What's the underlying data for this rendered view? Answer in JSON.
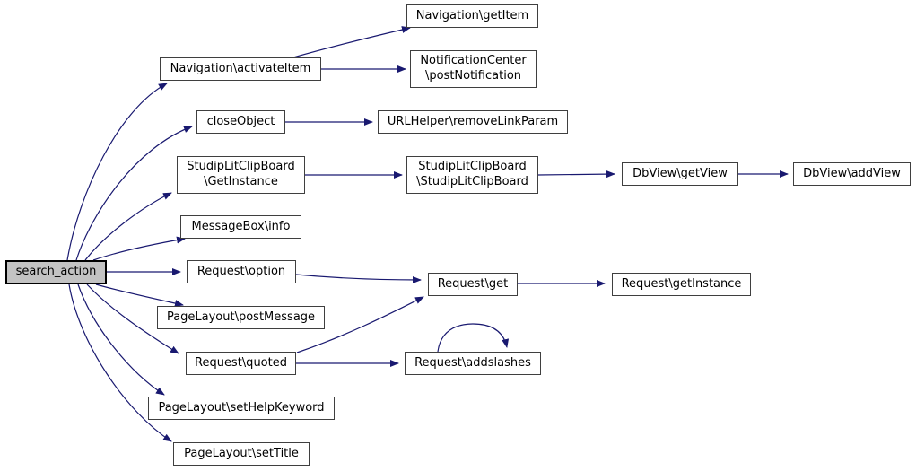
{
  "graph": {
    "type": "call-graph",
    "background_color": "#ffffff",
    "edge_color": "#191970",
    "node_fill": "#ffffff",
    "node_border_color": "#3f3f3f",
    "highlighted_node_fill": "#c3c3c3",
    "highlighted_node_border": "#000000",
    "nodes": [
      {
        "id": "search_action",
        "label": "search_action",
        "highlighted": true
      },
      {
        "id": "navigation-activateitem",
        "label": "Navigation\\activateItem"
      },
      {
        "id": "navigation-getitem",
        "label": "Navigation\\getItem"
      },
      {
        "id": "notificationcenter-postnotification",
        "label": "NotificationCenter\n\\postNotification"
      },
      {
        "id": "closeobject",
        "label": "closeObject"
      },
      {
        "id": "urlhelper-removelinkparam",
        "label": "URLHelper\\removeLinkParam"
      },
      {
        "id": "studiplitclipboard-getinstance",
        "label": "StudipLitClipBoard\n\\GetInstance"
      },
      {
        "id": "studiplitclipboard-studiplitclipboard",
        "label": "StudipLitClipBoard\n\\StudipLitClipBoard"
      },
      {
        "id": "dbview-getview",
        "label": "DbView\\getView"
      },
      {
        "id": "dbview-addview",
        "label": "DbView\\addView"
      },
      {
        "id": "messagebox-info",
        "label": "MessageBox\\info"
      },
      {
        "id": "request-option",
        "label": "Request\\option"
      },
      {
        "id": "request-get",
        "label": "Request\\get"
      },
      {
        "id": "request-getinstance",
        "label": "Request\\getInstance"
      },
      {
        "id": "pagelayout-postmessage",
        "label": "PageLayout\\postMessage"
      },
      {
        "id": "request-quoted",
        "label": "Request\\quoted"
      },
      {
        "id": "request-addslashes",
        "label": "Request\\addslashes"
      },
      {
        "id": "pagelayout-sethelpkeyword",
        "label": "PageLayout\\setHelpKeyword"
      },
      {
        "id": "pagelayout-settitle",
        "label": "PageLayout\\setTitle"
      }
    ],
    "edges": [
      {
        "from": "search_action",
        "to": "Navigation\\activateItem"
      },
      {
        "from": "search_action",
        "to": "closeObject"
      },
      {
        "from": "search_action",
        "to": "StudipLitClipBoard\\GetInstance"
      },
      {
        "from": "search_action",
        "to": "MessageBox\\info"
      },
      {
        "from": "search_action",
        "to": "Request\\option"
      },
      {
        "from": "search_action",
        "to": "PageLayout\\postMessage"
      },
      {
        "from": "search_action",
        "to": "Request\\quoted"
      },
      {
        "from": "search_action",
        "to": "PageLayout\\setHelpKeyword"
      },
      {
        "from": "search_action",
        "to": "PageLayout\\setTitle"
      },
      {
        "from": "Navigation\\activateItem",
        "to": "Navigation\\getItem"
      },
      {
        "from": "Navigation\\activateItem",
        "to": "NotificationCenter\\postNotification"
      },
      {
        "from": "closeObject",
        "to": "URLHelper\\removeLinkParam"
      },
      {
        "from": "StudipLitClipBoard\\GetInstance",
        "to": "StudipLitClipBoard\\StudipLitClipBoard"
      },
      {
        "from": "StudipLitClipBoard\\StudipLitClipBoard",
        "to": "DbView\\getView"
      },
      {
        "from": "DbView\\getView",
        "to": "DbView\\addView"
      },
      {
        "from": "Request\\option",
        "to": "Request\\get"
      },
      {
        "from": "Request\\quoted",
        "to": "Request\\get"
      },
      {
        "from": "Request\\quoted",
        "to": "Request\\addslashes"
      },
      {
        "from": "Request\\get",
        "to": "Request\\getInstance"
      },
      {
        "from": "Request\\addslashes",
        "to": "Request\\addslashes"
      }
    ]
  }
}
